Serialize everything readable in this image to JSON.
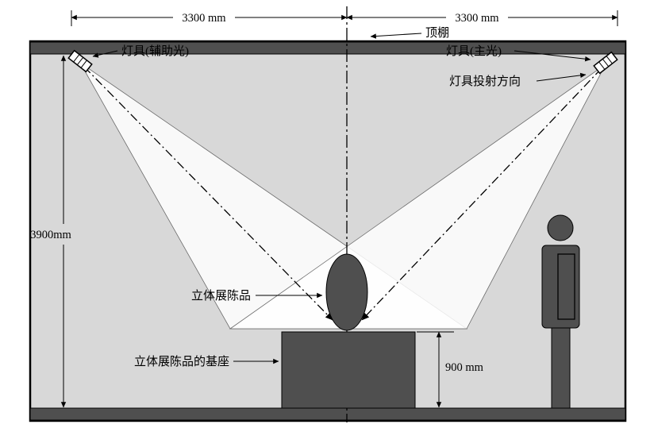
{
  "colors": {
    "dark": "#4f4f4f",
    "background": "#d8d8d8",
    "beam": "#ffffff",
    "line": "#000000"
  },
  "labels": {
    "ceiling": "顶棚",
    "lamp_aux": "灯具(辅助光)",
    "lamp_main": "灯具(主光)",
    "projection_direction": "灯具投射方向",
    "exhibit": "立体展陈品",
    "exhibit_base": "立体展陈品的基座"
  },
  "dims": {
    "top_left": "3300 mm",
    "top_right": "3300 mm",
    "room_height": "3900mm",
    "base_height": "900 mm"
  }
}
